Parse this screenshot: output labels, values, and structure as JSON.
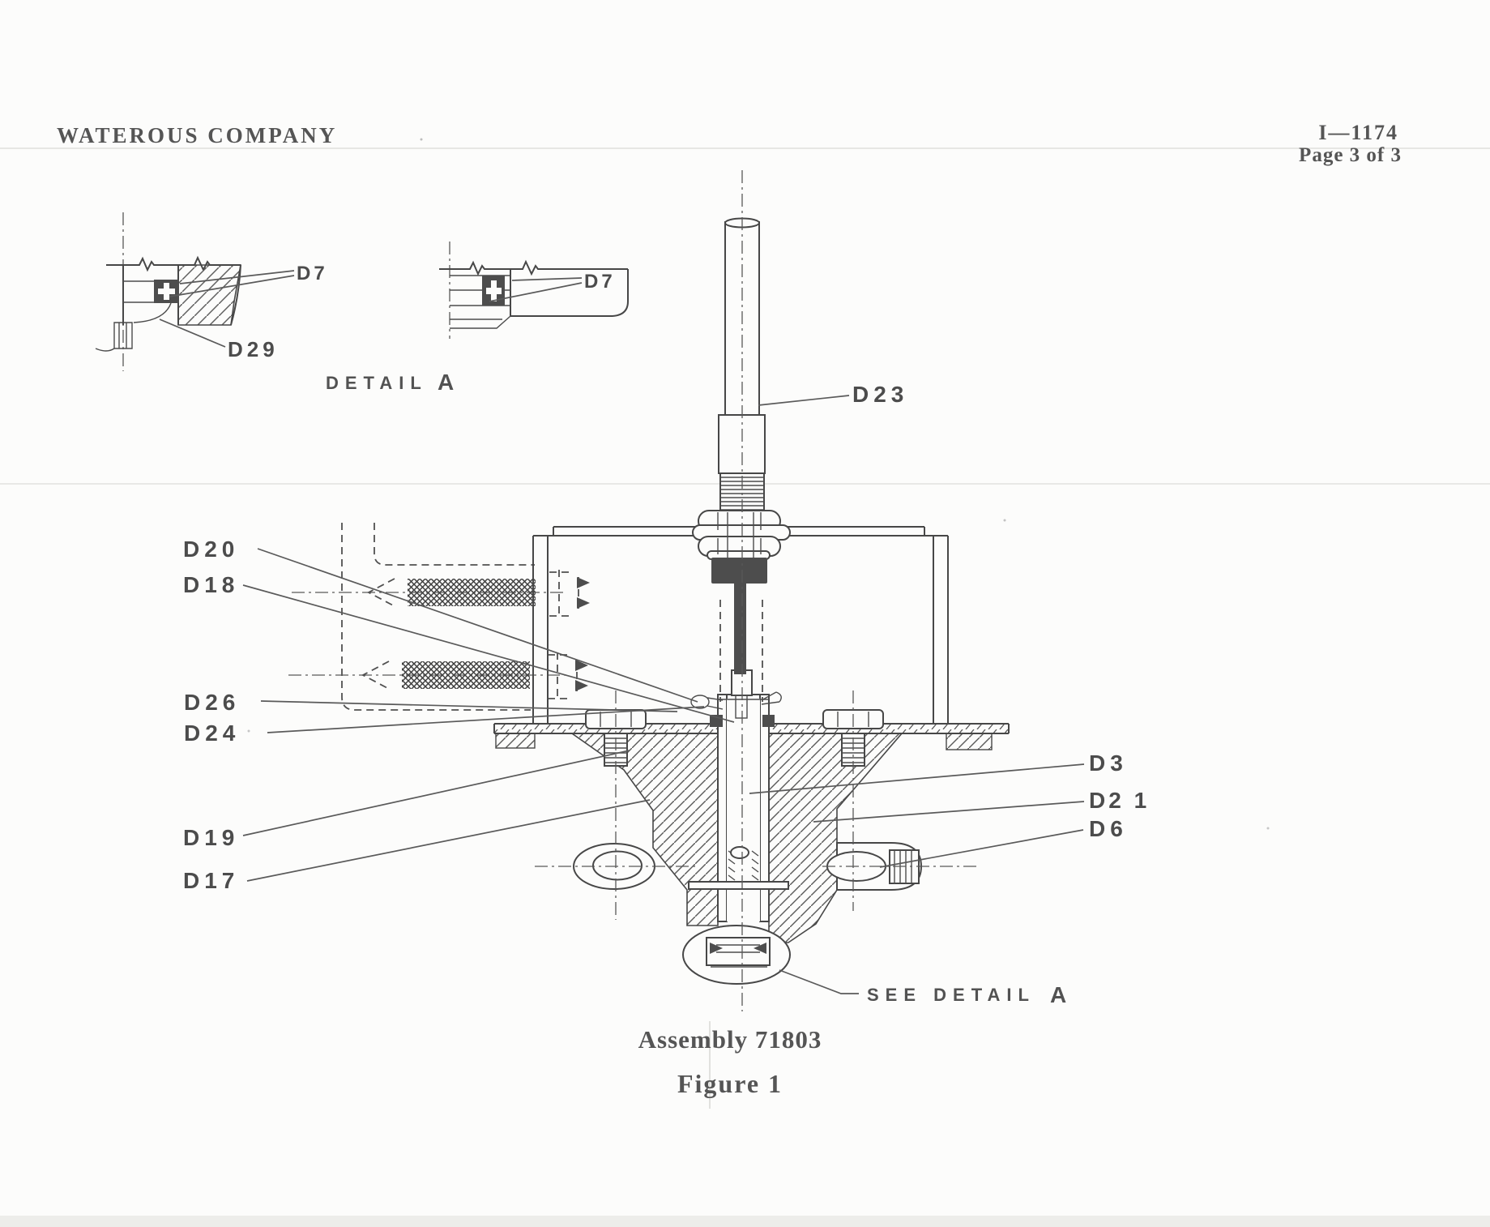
{
  "header": {
    "company": "WATEROUS COMPANY",
    "doc_number": "I—1174",
    "page": "Page 3 of 3"
  },
  "captions": {
    "detail_label": "DETAIL",
    "detail_letter": "A",
    "see_detail_label": "SEE DETAIL",
    "see_detail_letter": "A",
    "assembly": "Assembly 71803",
    "figure": "Figure 1"
  },
  "part_labels": {
    "d7_left": "D7",
    "d29": "D29",
    "d7_right": "D7",
    "d23": "D23",
    "d20": "D20",
    "d18": "D18",
    "d26": "D26",
    "d24": "D24",
    "d19": "D19",
    "d17": "D17",
    "d3": "D3",
    "d21": "D2 1",
    "d6": "D6"
  },
  "drawing": {
    "assembly_number": "71803",
    "figure_number": "1",
    "detail_reference": "A",
    "colors": {
      "line": "#474747",
      "dark_fill": "#4d4d4d",
      "paper": "#fcfcfb"
    }
  }
}
